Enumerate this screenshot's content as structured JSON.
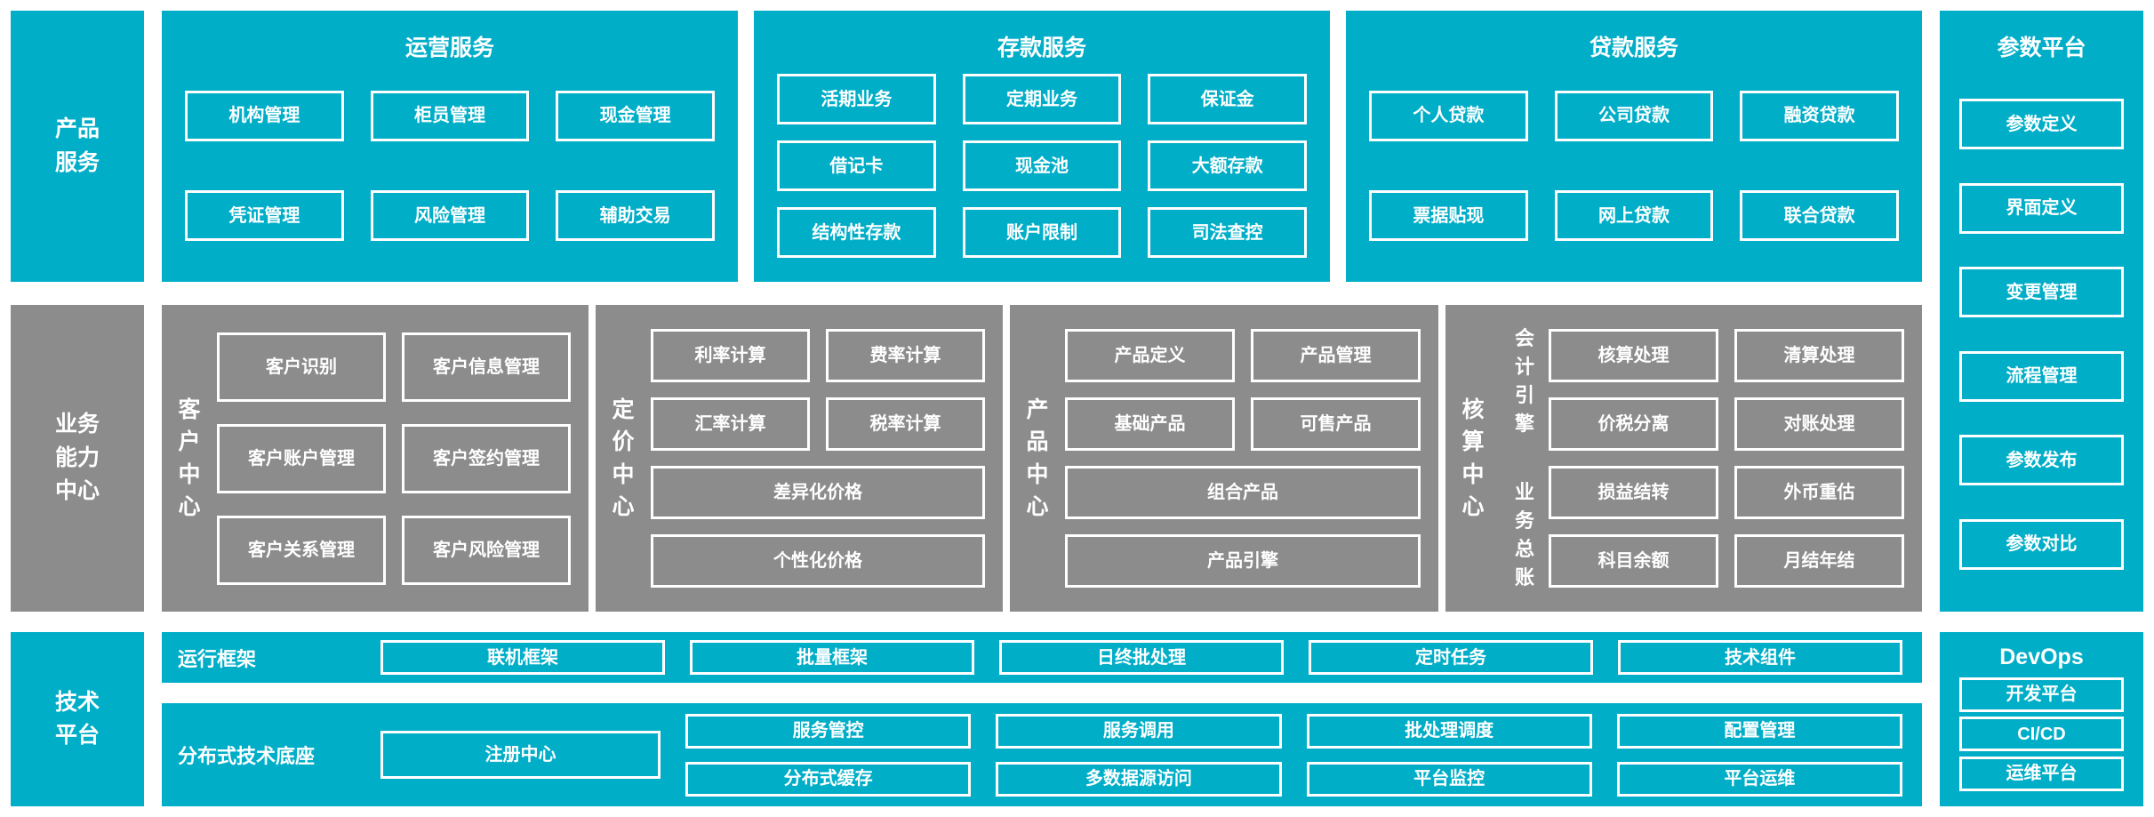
{
  "colors": {
    "cyan": "#00aec8",
    "gray": "#8c8c8c",
    "white": "#ffffff"
  },
  "left_labels": {
    "product": "产品服务",
    "business": "业务能力中心",
    "tech": "技术平台"
  },
  "product_row": {
    "operations": {
      "title": "运营服务",
      "items": [
        "机构管理",
        "柜员管理",
        "现金管理",
        "凭证管理",
        "风险管理",
        "辅助交易"
      ]
    },
    "deposit": {
      "title": "存款服务",
      "items": [
        "活期业务",
        "定期业务",
        "保证金",
        "借记卡",
        "现金池",
        "大额存款",
        "结构性存款",
        "账户限制",
        "司法查控"
      ]
    },
    "loan": {
      "title": "贷款服务",
      "items": [
        "个人贷款",
        "公司贷款",
        "融资贷款",
        "票据贴现",
        "网上贷款",
        "联合贷款"
      ]
    }
  },
  "param_platform": {
    "title": "参数平台",
    "items": [
      "参数定义",
      "界面定义",
      "变更管理",
      "流程管理",
      "参数发布",
      "参数对比"
    ]
  },
  "business_row": {
    "customer": {
      "title": "客户中心",
      "items": [
        "客户识别",
        "客户信息管理",
        "客户账户管理",
        "客户签约管理",
        "客户关系管理",
        "客户风险管理"
      ]
    },
    "pricing": {
      "title": "定价中心",
      "items": [
        "利率计算",
        "费率计算",
        "汇率计算",
        "税率计算",
        "差异化价格",
        "个性化价格"
      ]
    },
    "product": {
      "title": "产品中心",
      "items": [
        "产品定义",
        "产品管理",
        "基础产品",
        "可售产品",
        "组合产品",
        "产品引擎"
      ]
    },
    "accounting": {
      "title": "核算中心",
      "sub_top": "会计引擎",
      "sub_bottom": "业务总账",
      "items": [
        "核算处理",
        "清算处理",
        "价税分离",
        "对账处理",
        "损益结转",
        "外币重估",
        "科目余额",
        "月结年结"
      ]
    }
  },
  "tech_row": {
    "runtime": {
      "title": "运行框架",
      "items": [
        "联机框架",
        "批量框架",
        "日终批处理",
        "定时任务",
        "技术组件"
      ]
    },
    "distributed": {
      "title": "分布式技术底座",
      "registry": "注册中心",
      "items_row1": [
        "服务管控",
        "服务调用",
        "批处理调度",
        "配置管理"
      ],
      "items_row2": [
        "分布式缓存",
        "多数据源访问",
        "平台监控",
        "平台运维"
      ]
    },
    "devops": {
      "title": "DevOps",
      "items": [
        "开发平台",
        "CI/CD",
        "运维平台"
      ]
    }
  }
}
